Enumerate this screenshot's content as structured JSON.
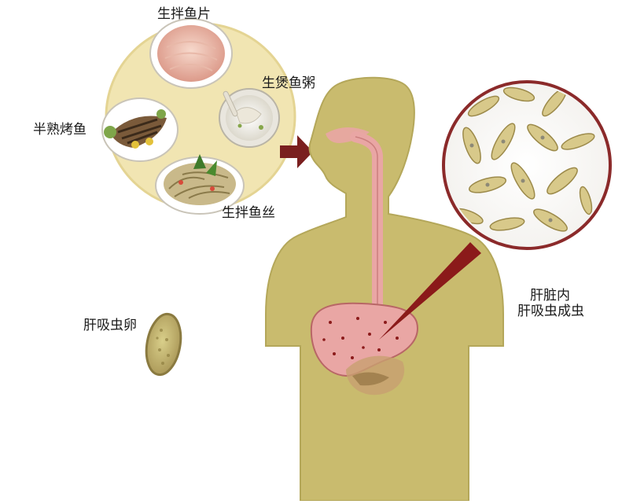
{
  "foods": {
    "raw_fish_slices": "生拌鱼片",
    "raw_fish_congee": "生煲鱼粥",
    "half_cooked_grilled_fish": "半熟烤鱼",
    "raw_fish_shreds": "生拌鱼丝"
  },
  "egg": {
    "label": "肝吸虫卵"
  },
  "liver_note": {
    "line1": "肝脏内",
    "line2": "肝吸虫成虫"
  },
  "colors": {
    "body": "#c9bb6e",
    "body_edge": "#b4a75a",
    "liver": "#e9a6a4",
    "liver_edge": "#b86666",
    "pointer": "#8b1a1a",
    "plate": "#f1e5b2",
    "lens_ring": "#8b2a2a"
  }
}
